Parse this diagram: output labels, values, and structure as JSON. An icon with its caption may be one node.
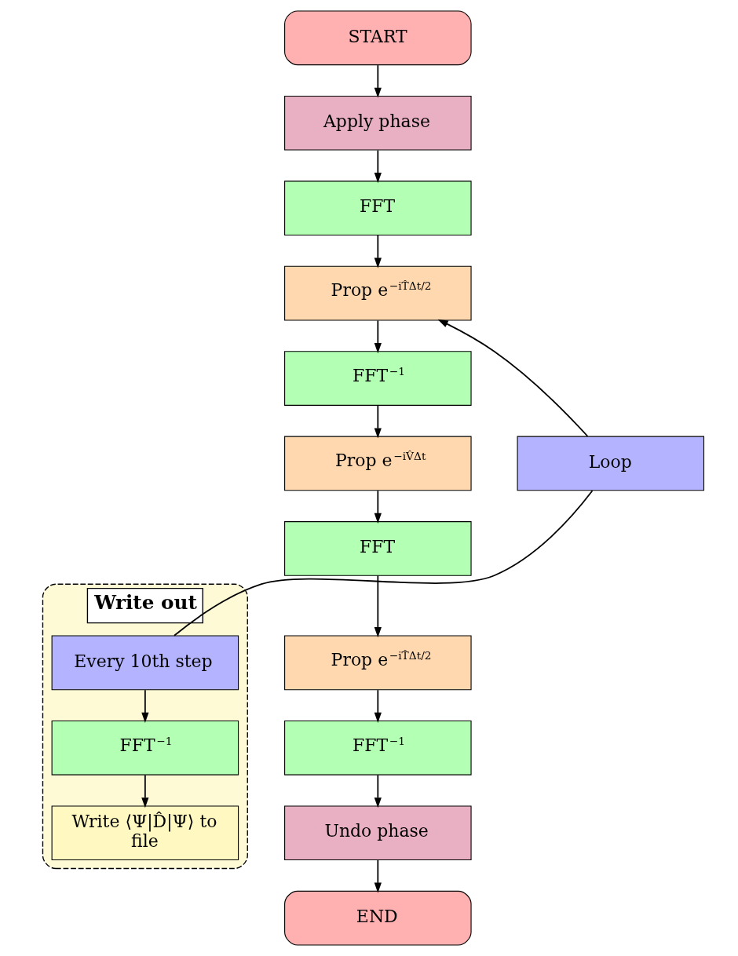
{
  "diagram": {
    "nodes": [
      {
        "text": [
          "START"
        ]
      },
      {
        "text": [
          "Apply phase"
        ]
      },
      {
        "text": [
          "FFT"
        ]
      },
      {
        "text": [
          "Prop e$^{−iT̂Δt/2}$"
        ]
      },
      {
        "text": [
          "FFT$^{−1}$"
        ]
      },
      {
        "text": [
          "Prop e$^{−iV̂Δt}$"
        ]
      },
      {
        "text": [
          "FFT"
        ]
      },
      {
        "text": [
          "Prop e$^{−iT̂Δt/2}$"
        ]
      },
      {
        "text": [
          "FFT$^{−1}$"
        ]
      },
      {
        "text": [
          "Undo phase"
        ]
      },
      {
        "text": [
          "END"
        ]
      },
      {
        "text": [
          "Loop"
        ]
      },
      {
        "text": [
          "Write out"
        ]
      },
      {
        "text": [
          "Every 10th step"
        ],
        "in": 12
      },
      {
        "text": [
          "FFT$^{−1}$"
        ],
        "in": 12
      },
      {
        "text": [
          "Write ⟨Ψ|D̂|Ψ⟩ to file"
        ],
        "in": 12
      }
    ],
    "edges": [
      {
        "from": 0,
        "to": 1,
        "arrow": "to"
      },
      {
        "from": 1,
        "to": 2,
        "arrow": "to"
      },
      {
        "from": 2,
        "to": 3,
        "arrow": "to"
      },
      {
        "from": 3,
        "to": 4,
        "arrow": "to"
      },
      {
        "from": 4,
        "to": 5,
        "arrow": "to"
      },
      {
        "from": 5,
        "to": 6,
        "arrow": "to"
      },
      {
        "from": 6,
        "to": 7,
        "arrow": "to"
      },
      {
        "from": 7,
        "to": 8,
        "arrow": "to"
      },
      {
        "from": 8,
        "to": 9,
        "arrow": "to"
      },
      {
        "from": 9,
        "to": 10,
        "arrow": "to"
      },
      {
        "from": 11,
        "to": 3,
        "arrow": "to"
      },
      {
        "from": 11,
        "to": 13,
        "arrow": "none"
      },
      {
        "from": 13,
        "to": 14,
        "arrow": "to"
      },
      {
        "from": 14,
        "to": 15,
        "arrow": "to"
      }
    ]
  }
}
